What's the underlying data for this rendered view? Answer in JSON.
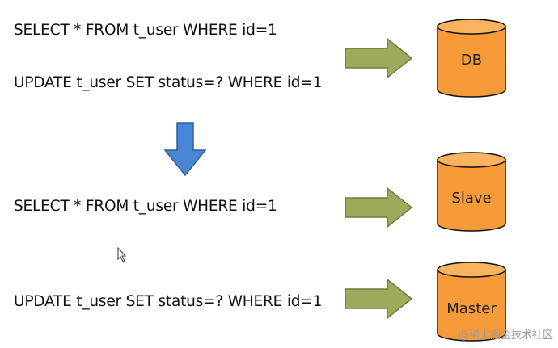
{
  "statements": {
    "select_1": "SELECT * FROM t_user WHERE id=1",
    "update_1": "UPDATE t_user SET status=? WHERE id=1",
    "select_2": "SELECT * FROM t_user WHERE id=1",
    "update_2": "UPDATE t_user SET status=? WHERE id=1"
  },
  "databases": {
    "single": "DB",
    "slave": "Slave",
    "master": "Master"
  },
  "watermark": "@稀土掘金技术社区",
  "icons": {
    "right_arrow": "right-arrow-icon",
    "down_arrow": "down-arrow-icon",
    "database": "database-cylinder-icon",
    "cursor": "mouse-cursor-icon"
  },
  "colors": {
    "right_arrow_fill": "#9bab5b",
    "right_arrow_stroke": "#6f7c3c",
    "down_arrow_fill": "#4a86d6",
    "down_arrow_stroke": "#2f5f9f",
    "cylinder_fill": "#f79a3a",
    "cylinder_top": "#fbb35f",
    "cylinder_stroke": "#111111"
  }
}
